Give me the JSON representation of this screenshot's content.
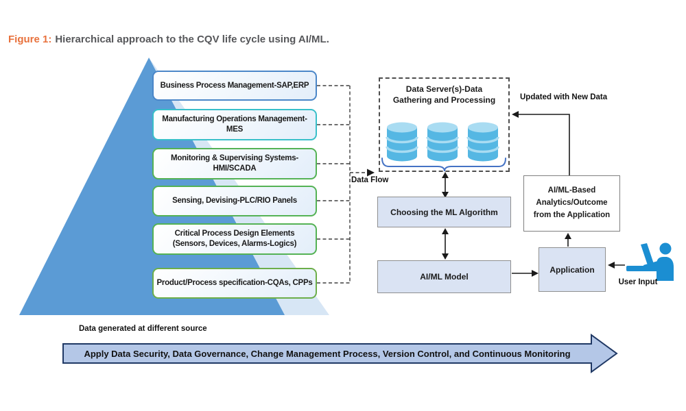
{
  "caption": {
    "prefix": "Figure 1:",
    "text": "Hierarchical approach to the CQV life cycle using AI/ML."
  },
  "pyramid": {
    "caption": "Data generated at different source",
    "levels": [
      {
        "line1": "Business Process Management-SAP,ERP",
        "line2": "",
        "border": "#4A86C8"
      },
      {
        "line1": "Manufacturing Operations Management-",
        "line2": "MES",
        "border": "#38BFC9"
      },
      {
        "line1": "Monitoring & Supervising Systems-",
        "line2": "HMI/SCADA",
        "border": "#54B254"
      },
      {
        "line1": "Sensing, Devising-PLC/RIO Panels",
        "line2": "",
        "border": "#54B254"
      },
      {
        "line1": "Critical Process Design Elements",
        "line2": "(Sensors, Devices, Alarms-Logics)",
        "border": "#54B254"
      },
      {
        "line1": "Product/Process specification-CQAs, CPPs",
        "line2": "",
        "border": "#6CAE49"
      }
    ]
  },
  "flow": {
    "data_server": {
      "title_bold": "Data Server(s)",
      "title_line1_rest": "-Data",
      "title_line2": "Gathering and Processing"
    },
    "data_flow_label": "Data Flow",
    "updated_label": "Updated with New Data",
    "choosing_label": "Choosing the ML Algorithm",
    "model_label": "AI/ML Model",
    "application_label": "Application",
    "analytics_lines": [
      "AI/ML-Based",
      "Analytics/Outcome",
      "from the Application"
    ],
    "user_input_label": "User Input"
  },
  "banner": {
    "text": "Apply Data Security, Data Governance, Change Management Process, Version Control, and Continuous Monitoring"
  },
  "icons": [
    "database-cylinder-icon",
    "curly-brace",
    "user-at-computer-icon",
    "block-arrow-right"
  ],
  "colors": {
    "accent_orange": "#E8713C",
    "caption_gray": "#56575A",
    "pyramid_dark": "#5B9BD5",
    "pyramid_light": "#D7E6F5",
    "cylinder_body": "#55B7E3",
    "cylinder_top": "#A9DCF2",
    "brace_blue": "#4472C4",
    "flow_fill": "#DAE3F3",
    "flow_border": "#8E8E8E",
    "banner_fill": "#B4C7E7",
    "banner_border": "#1F3864",
    "user_blue": "#1B8ED2"
  }
}
